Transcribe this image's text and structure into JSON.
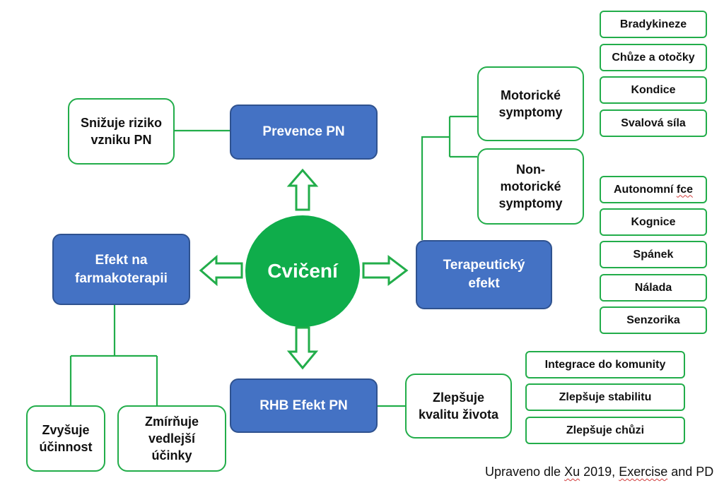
{
  "center": {
    "label": "Cvičení"
  },
  "prevence": {
    "label": "Prevence PN",
    "note": "Snižuje riziko vzniku PN"
  },
  "farmakoterapie": {
    "label": "Efekt na farmakoterapii",
    "items": [
      "Zvyšuje účinnost",
      "Zmírňuje vedlejší účinky"
    ]
  },
  "terapeuticky": {
    "label": "Terapeutický efekt",
    "motoricke": {
      "label": "Motorické symptomy",
      "items": [
        "Bradykineze",
        "Chůze a otočky",
        "Kondice",
        "Svalová síla"
      ]
    },
    "nonmotoricke": {
      "label": "Non-motorické symptomy",
      "items_prefix": "Autonomní",
      "items_suffix": "fce",
      "items": [
        "Kognice",
        "Spánek",
        "Nálada",
        "Senzorika"
      ]
    }
  },
  "rhb": {
    "label": "RHB Efekt PN",
    "kvalita": "Zlepšuje kvalitu života",
    "items": [
      "Integrace do komunity",
      "Zlepšuje stabilitu",
      "Zlepšuje chůzi"
    ]
  },
  "footer": {
    "prefix": "Upraveno dle",
    "author": "Xu",
    "year": "2019,",
    "title": "Exercise",
    "suffix": "and PD"
  },
  "colors": {
    "blue": "#4472c4",
    "green": "#22ad4a",
    "circle": "#0fad4b"
  }
}
